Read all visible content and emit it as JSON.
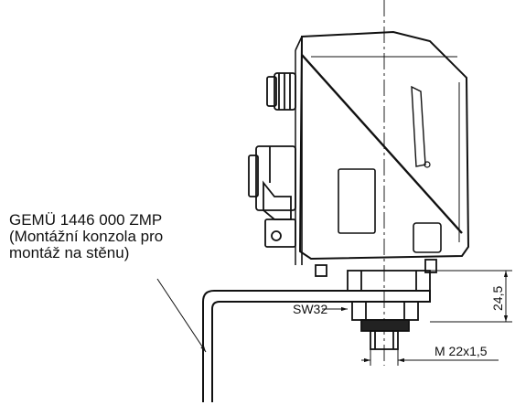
{
  "callout": {
    "line1": "GEMÜ 1446 000 ZMP",
    "line2": "(Montážní konzola pro",
    "line3": "montáž na stěnu)"
  },
  "dimensions": {
    "height": "24,5",
    "wrench_size": "SW32",
    "thread": "M 22x1,5"
  }
}
